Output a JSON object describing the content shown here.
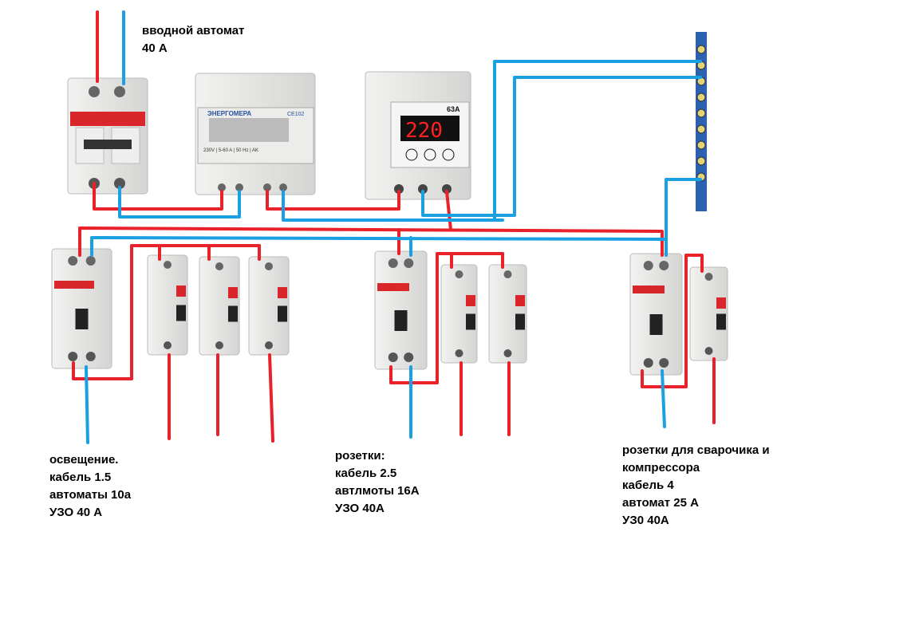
{
  "labels": {
    "main_breaker": [
      "вводной автомат",
      "40 А"
    ],
    "lighting": [
      "освещение.",
      "кабель 1.5",
      "автоматы 10а",
      "УЗО 40 А"
    ],
    "sockets": [
      "розетки:",
      "кабель 2.5",
      "автлмоты 16А",
      "УЗО 40А"
    ],
    "welding": [
      "розетки для сварочика и",
      "компрессора",
      "кабель 4",
      "автомат 25 А",
      "УЗ0 40А"
    ]
  },
  "meter": {
    "brand": "ЭНЕРГОМЕРА",
    "model": "CE102",
    "specs": "230V | 5-60 A | 50 Hz | AK"
  },
  "voltage_relay": {
    "rating": "63A",
    "display": "220"
  },
  "colors": {
    "phase_wire": "#e8212b",
    "neutral_wire": "#1ba1e2",
    "device": "#e6e6e4",
    "bus_bar": "#2a62b0"
  }
}
